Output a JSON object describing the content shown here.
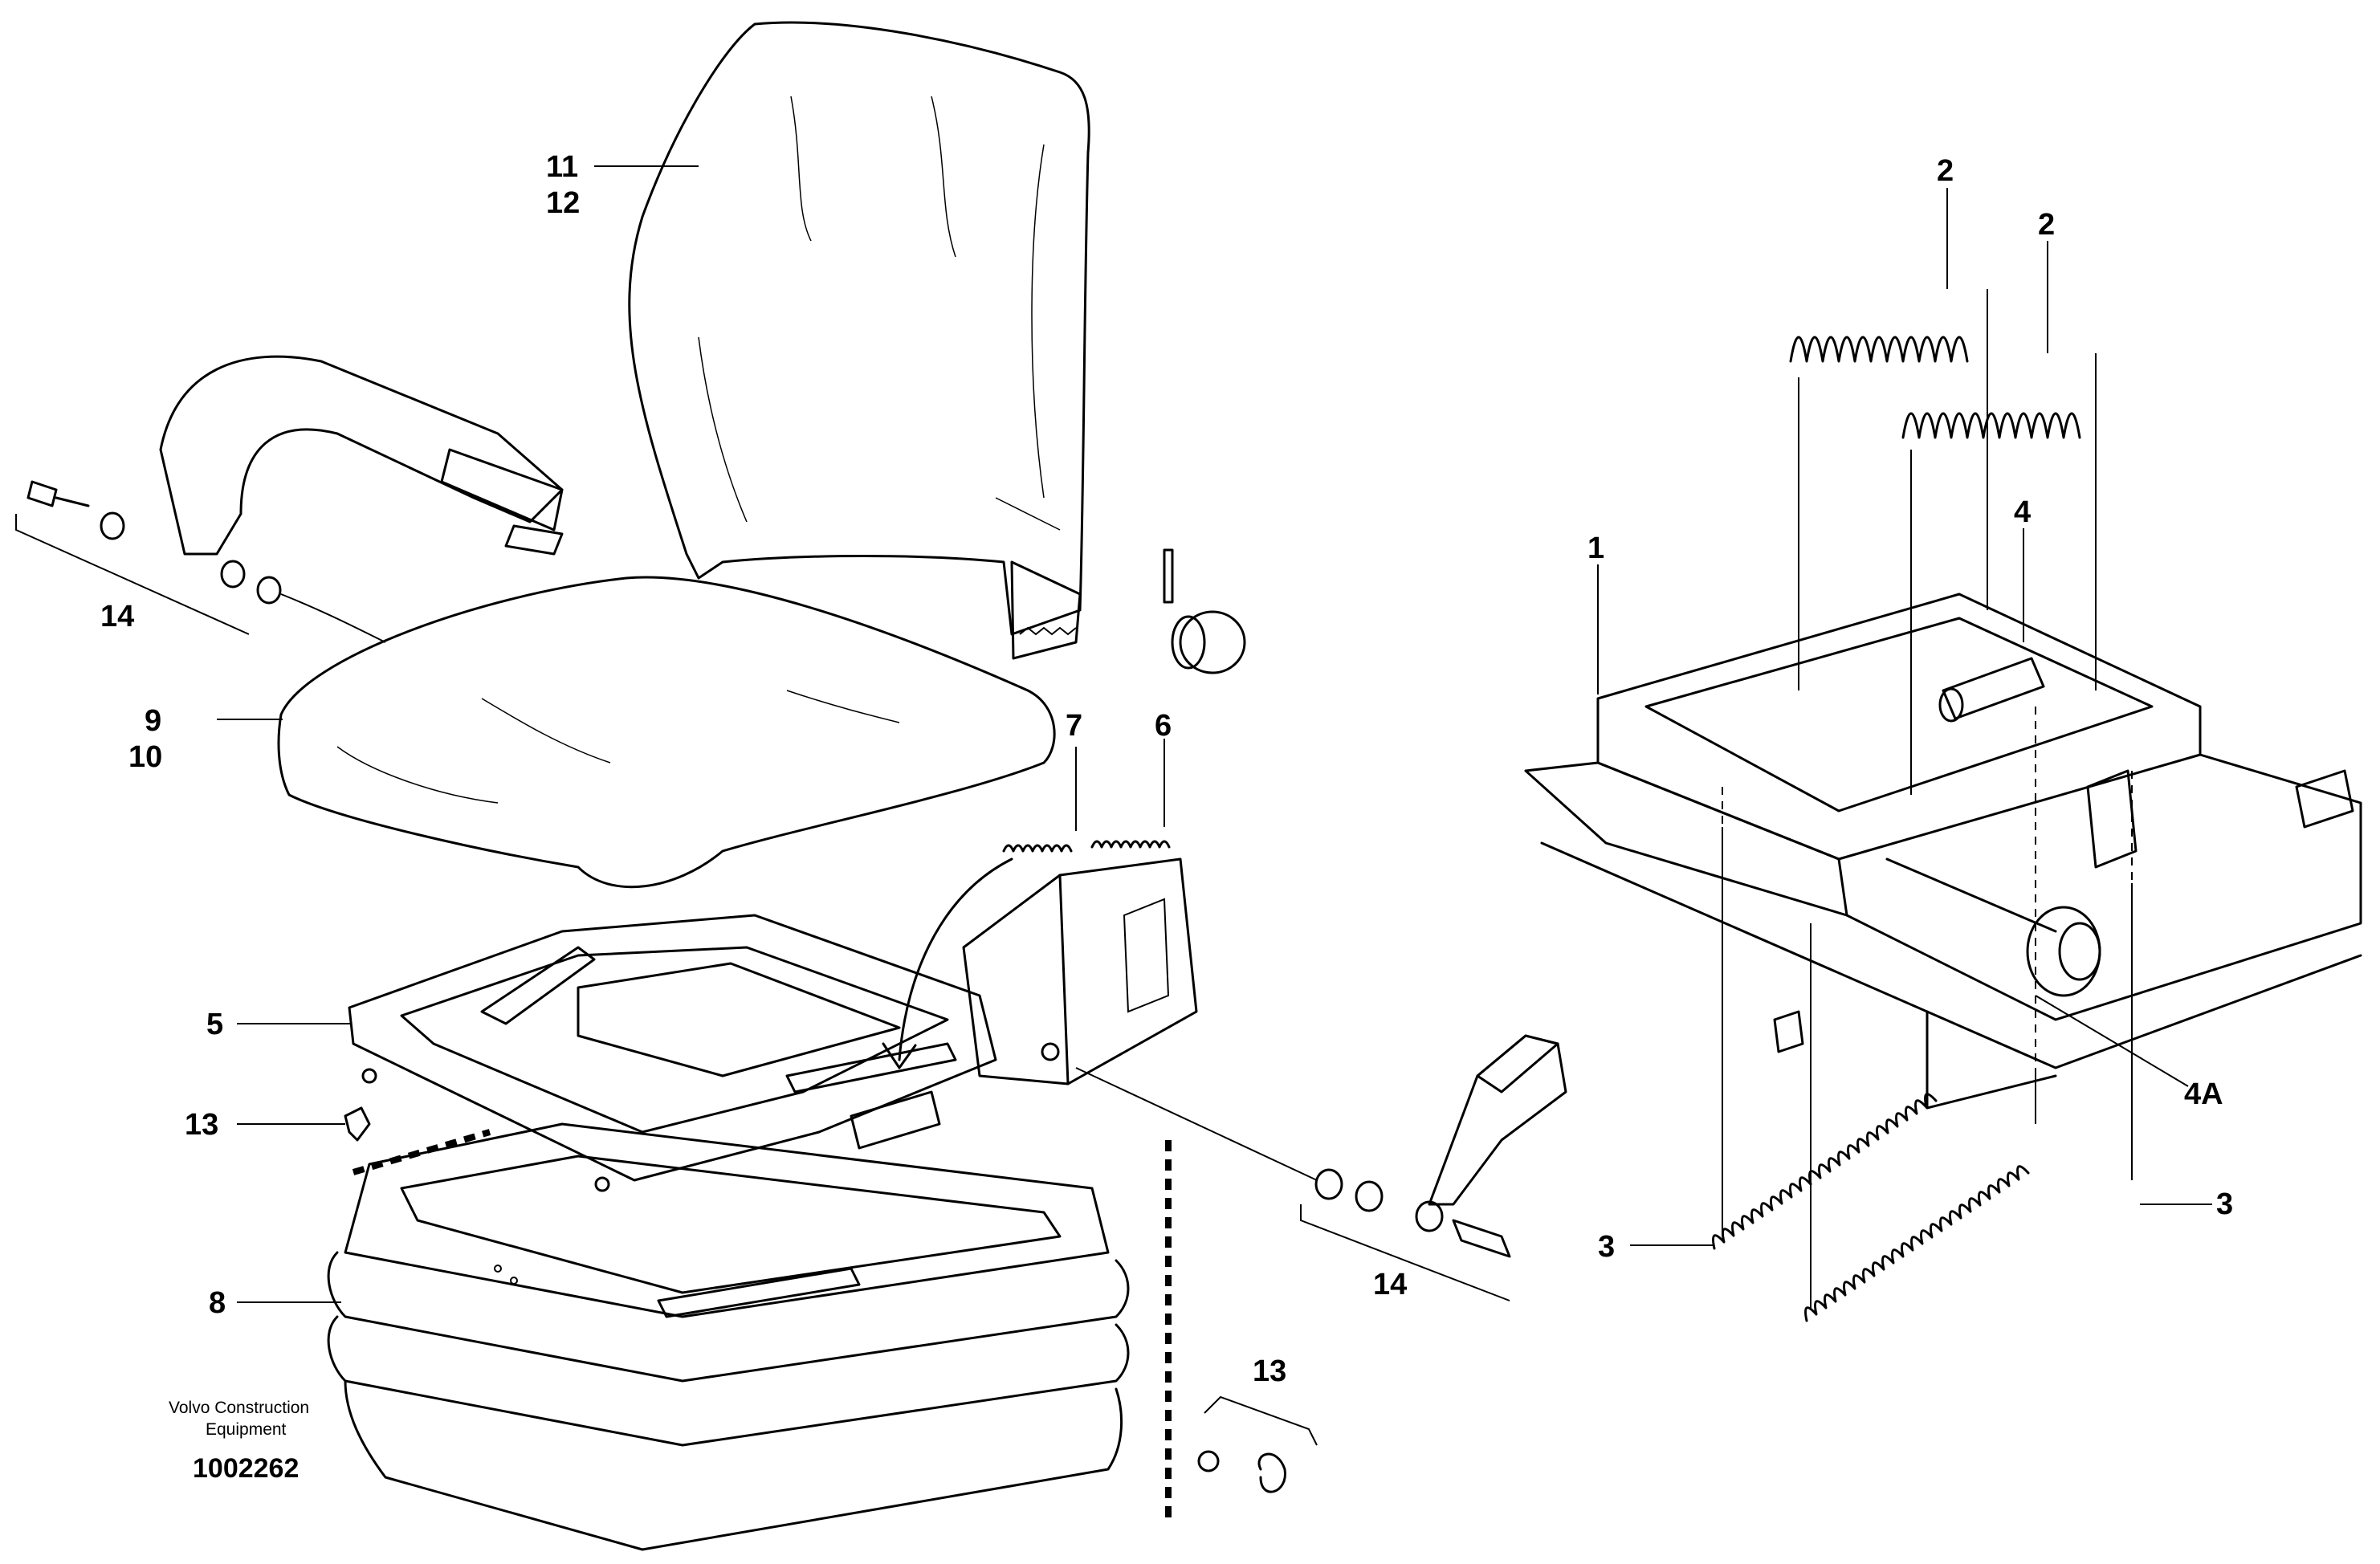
{
  "callouts": {
    "c11": "11",
    "c12": "12",
    "c14a": "14",
    "c9": "9",
    "c10": "10",
    "c7": "7",
    "c6": "6",
    "c5": "5",
    "c13a": "13",
    "c8": "8",
    "c14b": "14",
    "c13b": "13",
    "c2a": "2",
    "c2b": "2",
    "c1": "1",
    "c4": "4",
    "c4a": "4A",
    "c3a": "3",
    "c3b": "3"
  },
  "credit": {
    "line1": "Volvo Construction",
    "line2": "Equipment"
  },
  "doc_number": "1002262"
}
